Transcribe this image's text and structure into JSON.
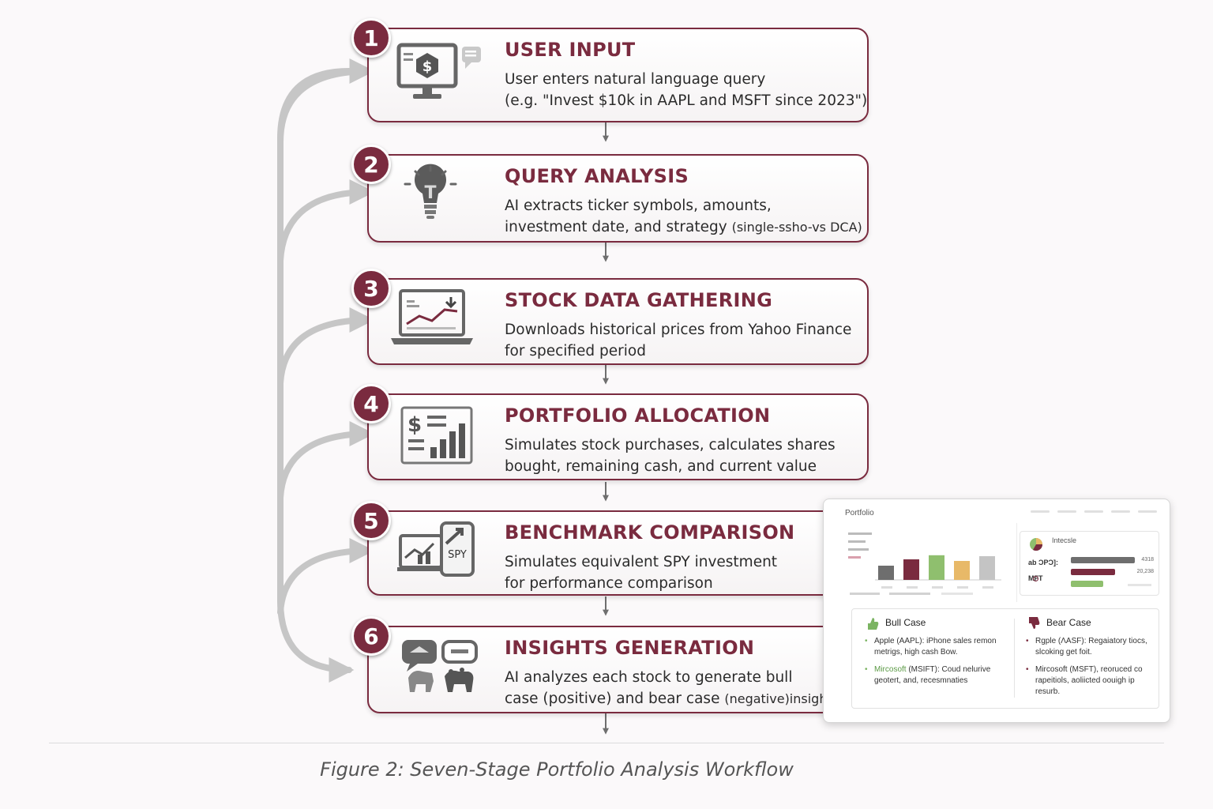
{
  "stages": [
    {
      "number": "1",
      "title": "USER INPUT",
      "lines": [
        "User enters natural language query",
        "(e.g. \"Invest $10k in AAPL and MSFT since 2023\")"
      ],
      "icon": "monitor-dollar-icon"
    },
    {
      "number": "2",
      "title": "QUERY ANALYSIS",
      "lines": [
        "AI extracts ticker symbols, amounts,",
        "investment date, and strategy"
      ],
      "small": "(single-ssho-vs DCA)",
      "icon": "lightbulb-icon"
    },
    {
      "number": "3",
      "title": "STOCK DATA GATHERING",
      "lines": [
        "Downloads historical prices from Yahoo Finance",
        "for specified period"
      ],
      "icon": "laptop-chart-icon"
    },
    {
      "number": "4",
      "title": "PORTFOLIO ALLOCATION",
      "lines": [
        "Simulates stock purchases, calculates shares",
        "bought, remaining cash, and current value"
      ],
      "icon": "ledger-bar-chart-icon"
    },
    {
      "number": "5",
      "title": "BENCHMARK COMPARISON",
      "lines": [
        "Simulates equivalent SPY investment",
        "for performance comparison"
      ],
      "icon": "spy-comparison-icon",
      "icon_text": "SPY"
    },
    {
      "number": "6",
      "title": "INSIGHTS GENERATION",
      "lines": [
        "AI analyzes each stock to generate bull",
        "case (positive) and bear case"
      ],
      "small": "(negative)insights",
      "icon": "bull-bear-chat-icon"
    }
  ],
  "dashboard": {
    "title": "Portfolio",
    "bars": [
      {
        "value": 0.45,
        "color": "#6e6e6e"
      },
      {
        "value": 0.65,
        "color": "#7a2b3f"
      },
      {
        "value": 0.78,
        "color": "#8fbf6e"
      },
      {
        "value": 0.6,
        "color": "#e8b968"
      },
      {
        "value": 0.75,
        "color": "#c4c4c4"
      }
    ],
    "inset": {
      "title": "Intecsle",
      "rows": [
        {
          "label": "ab ƆPƆ]:",
          "value": "4318",
          "fill": 0.81,
          "color": "#6e6e6e"
        },
        {
          "label": "MFT",
          "value": "20,238",
          "fill": 0.56,
          "color": "#7a2b3f"
        },
        {
          "label": "",
          "value": "",
          "fill": 0.41,
          "color": "#8fbf6e"
        }
      ]
    },
    "bull": {
      "title": "Bull Case",
      "items": [
        {
          "lead": "",
          "text": "Apple (AAPL): iPhone sales remon metrigs, high cash Bow."
        },
        {
          "lead": "Mircosoft",
          "text": " (MSIFT): Coud nelurive geotert, and, recesmnaties"
        }
      ]
    },
    "bear": {
      "title": "Bear Case",
      "items": [
        {
          "text": "Rgple (ɅASF): Regaiatory tiocs, slcoking get foit."
        },
        {
          "text": "Mircosoft (MSFT), reoruced co rapeitiols, aoliicted oouigh ip resurb."
        }
      ]
    }
  },
  "caption": "Figure 2: Seven-Stage Portfolio Analysis Workflow",
  "colors": {
    "accent": "#7a2b3f",
    "connector": "#c6c6c6",
    "arrow": "#6f6f6f"
  }
}
